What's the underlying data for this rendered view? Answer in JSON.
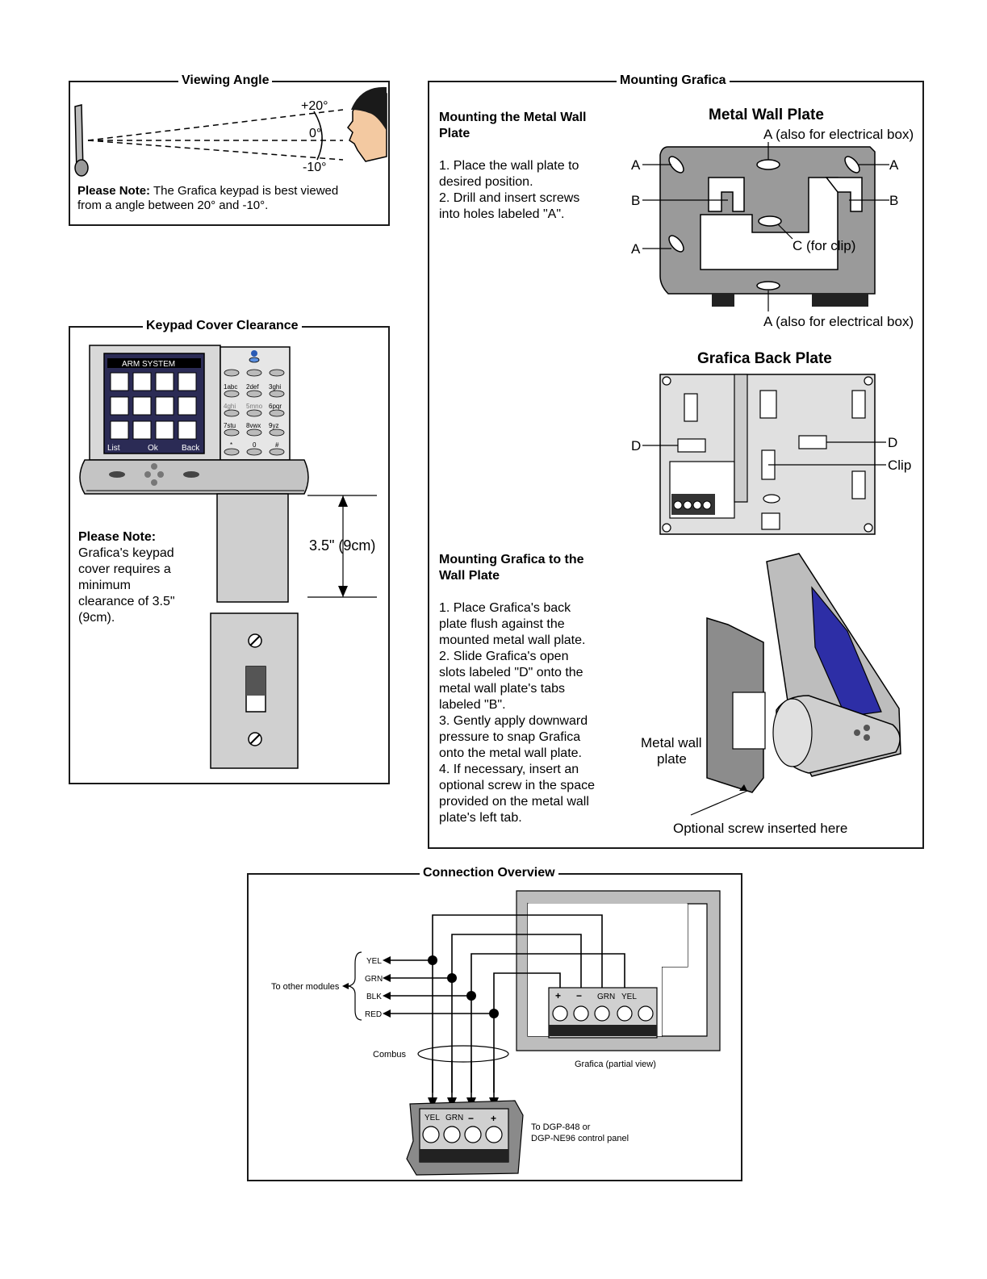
{
  "viewing_angle": {
    "title": "Viewing Angle",
    "angles": [
      "+20°",
      "0°",
      "-10°"
    ],
    "note_label": "Please Note:",
    "note_text": "The Grafica keypad is best viewed",
    "note_text2": "from a angle between 20° and -10°."
  },
  "keypad_cover": {
    "title": "Keypad Cover Clearance",
    "screen_header": "ARM  SYSTEM",
    "screen_footer": [
      "List",
      "Ok",
      "Back"
    ],
    "keys": [
      "1abc",
      "2def",
      "3ghi",
      "4ghi",
      "5mno",
      "6pqr",
      "7stu",
      "8vwx",
      "9yz",
      "*",
      "0",
      "#"
    ],
    "clearance": "3.5\" (9cm)",
    "note_label": "Please Note:",
    "note_lines": [
      "Grafica's keypad",
      "cover requires a",
      "minimum",
      "clearance of 3.5\"",
      "(9cm)."
    ]
  },
  "mounting": {
    "title": "Mounting Grafica",
    "metal_heading": [
      "Mounting the Metal Wall",
      "Plate"
    ],
    "metal_steps": [
      "1. Place the wall plate to",
      "desired position.",
      "2. Drill and insert screws",
      "into holes labeled \"A\"."
    ],
    "metal_plate_title": "Metal Wall Plate",
    "metal_labels": {
      "a_box": "A (also for electrical box)",
      "a": "A",
      "b": "B",
      "c": "C (for clip)"
    },
    "back_plate_title": "Grafica Back Plate",
    "back_labels": {
      "d": "D",
      "clip": "Clip"
    },
    "grafica_heading": [
      "Mounting Grafica to the",
      "Wall Plate"
    ],
    "grafica_steps": [
      "1. Place Grafica's back",
      "plate flush against the",
      "mounted metal wall plate.",
      "2. Slide Grafica's open",
      "slots labeled \"D\" onto the",
      "metal wall plate's tabs",
      "labeled \"B\".",
      "3. Gently apply downward",
      "pressure to snap Grafica",
      "onto the metal wall plate.",
      "4. If necessary, insert an",
      "optional screw in the space",
      "provided on the metal wall",
      "plate's left tab."
    ],
    "metal_wall": [
      "Metal wall",
      "plate"
    ],
    "optional_screw": "Optional screw inserted here"
  },
  "connection": {
    "title": "Connection Overview",
    "wires": [
      "YEL",
      "GRN",
      "BLK",
      "RED"
    ],
    "other_modules": "To other modules",
    "combus": "Combus",
    "grafica_terminals": [
      "+",
      "−",
      "GRN",
      "YEL"
    ],
    "grafica_label": "Grafica (partial view)",
    "panel_terminals": [
      "YEL",
      "GRN",
      "−",
      "+"
    ],
    "panel_label": [
      "To DGP-848 or",
      "DGP-NE96 control panel"
    ]
  }
}
